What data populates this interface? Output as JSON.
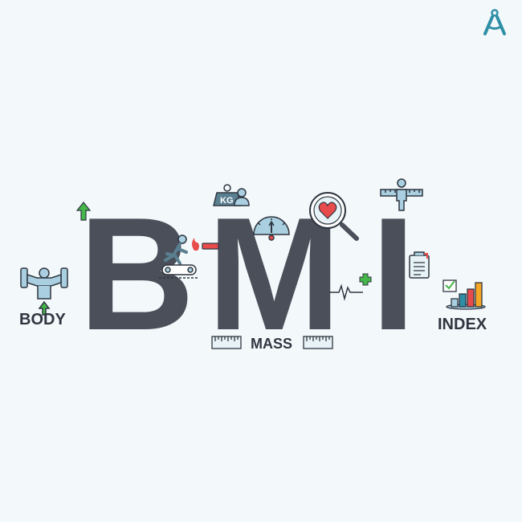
{
  "letters": {
    "b": "B",
    "m": "M",
    "i": "I"
  },
  "labels": {
    "body": "BODY",
    "mass": "MASS",
    "index": "INDEX"
  },
  "weight_label": "KG",
  "icons": {
    "logo": "compass-logo-icon",
    "bodybuilder": "bodybuilder-icon",
    "arrow_up": "green-arrow-up-icon",
    "runner": "treadmill-runner-icon",
    "flame": "flame-icon",
    "minus": "minus-icon",
    "weight": "kg-weight-icon",
    "user": "user-icon",
    "scale": "scale-gauge-icon",
    "magnifier": "heart-magnifier-icon",
    "heartbeat": "heartbeat-line-icon",
    "plus": "plus-icon",
    "person_ruler": "person-ruler-icon",
    "clipboard": "clipboard-icon",
    "chart": "bar-chart-check-icon",
    "ruler": "ruler-icon"
  },
  "colors": {
    "background": "#f3f8fb",
    "letters": "#4a4f5a",
    "accent_teal": "#2e8fa6",
    "light_blue": "#a9cfe0",
    "green": "#45b649",
    "red": "#e84b4b",
    "orange": "#f5a623"
  }
}
